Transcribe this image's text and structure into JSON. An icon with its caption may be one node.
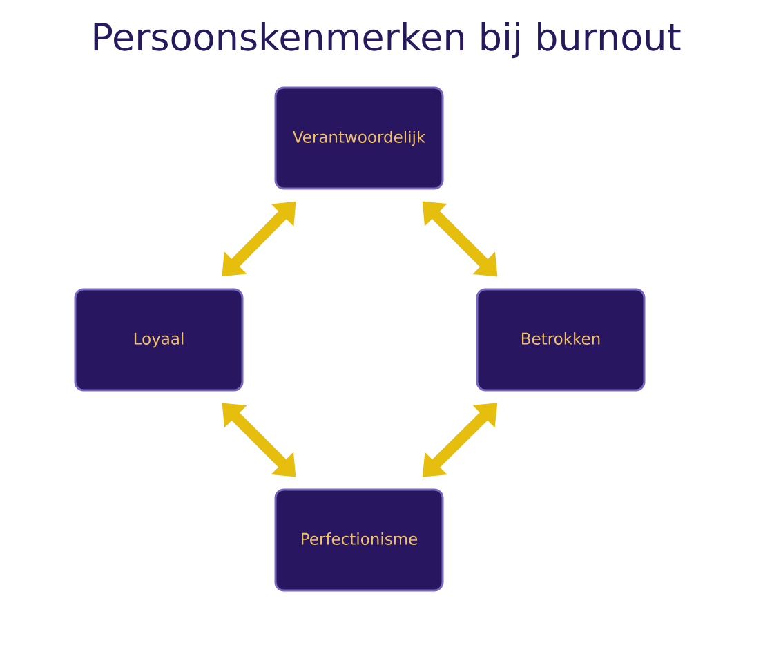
{
  "diagram": {
    "title": "Persoonskenmerken bij burnout",
    "nodes": [
      {
        "text": [
          "Verantwoordelijk"
        ]
      },
      {
        "text": [
          "Loyaal"
        ]
      },
      {
        "text": [
          "Betrokken"
        ]
      },
      {
        "text": [
          "Perfectionisme"
        ]
      }
    ],
    "edges": [
      {
        "from": 0,
        "to": 1,
        "arrow": "both"
      },
      {
        "from": 0,
        "to": 2,
        "arrow": "both"
      },
      {
        "from": 1,
        "to": 3,
        "arrow": "both"
      },
      {
        "from": 2,
        "to": 3,
        "arrow": "both"
      }
    ]
  }
}
